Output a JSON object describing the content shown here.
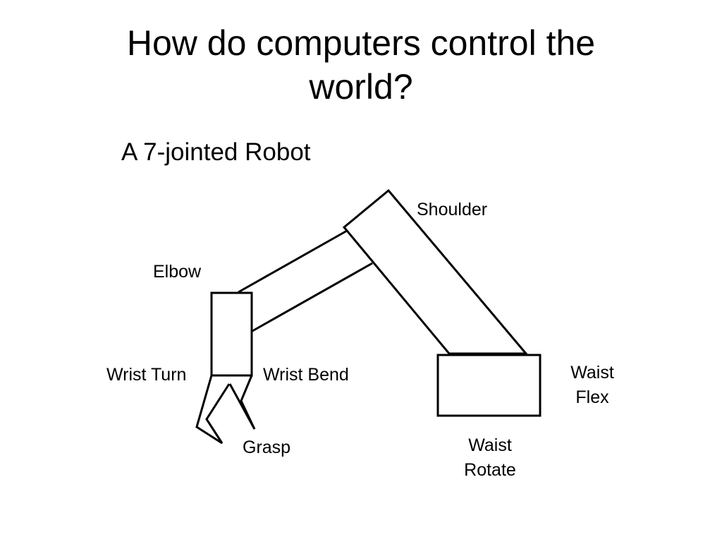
{
  "slide": {
    "title_line1": "How do computers control the",
    "title_line2": "world?",
    "subtitle": "A 7-jointed Robot"
  },
  "joints": {
    "shoulder": "Shoulder",
    "elbow": "Elbow",
    "wrist_turn": "Wrist Turn",
    "wrist_bend": "Wrist Bend",
    "grasp": "Grasp",
    "waist_flex_line1": "Waist",
    "waist_flex_line2": "Flex",
    "waist_rotate_line1": "Waist",
    "waist_rotate_line2": "Rotate"
  }
}
